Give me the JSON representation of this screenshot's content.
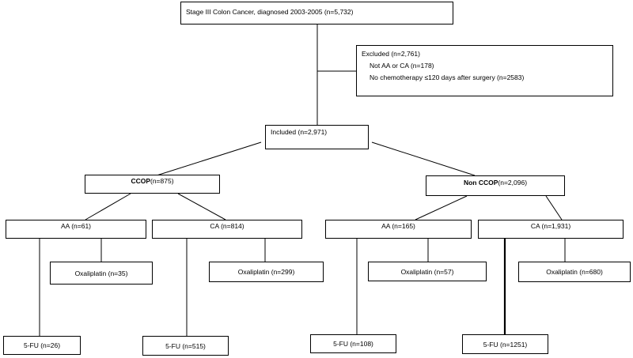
{
  "root": {
    "label": "Stage III Colon Cancer, diagnosed 2003-2005 (n=5,732)"
  },
  "excluded": {
    "title": "Excluded  (n=2,761)",
    "items": [
      "Not AA or CA (n=178)",
      "No chemotherapy ≤120 days after surgery (n=2583)"
    ]
  },
  "included": {
    "label": "Included (n=2,971)"
  },
  "ccop": {
    "name": "CCOP",
    "count": " (n=875)",
    "aa": {
      "label": "AA (n=61)",
      "oxaliplatin": "Oxaliplatin (n=35)",
      "fu": "5-FU (n=26)"
    },
    "ca": {
      "label": "CA (n=814)",
      "oxaliplatin": "Oxaliplatin (n=299)",
      "fu": "5-FU (n=515)"
    }
  },
  "non_ccop": {
    "name": "Non CCOP",
    "count": " (n=2,096)",
    "aa": {
      "label": "AA (n=165)",
      "oxaliplatin": "Oxaliplatin (n=57)",
      "fu": "5-FU (n=108)"
    },
    "ca": {
      "label": "CA (n=1,931)",
      "oxaliplatin": "Oxaliplatin (n=680)",
      "fu": "5-FU (n=1251)"
    }
  }
}
